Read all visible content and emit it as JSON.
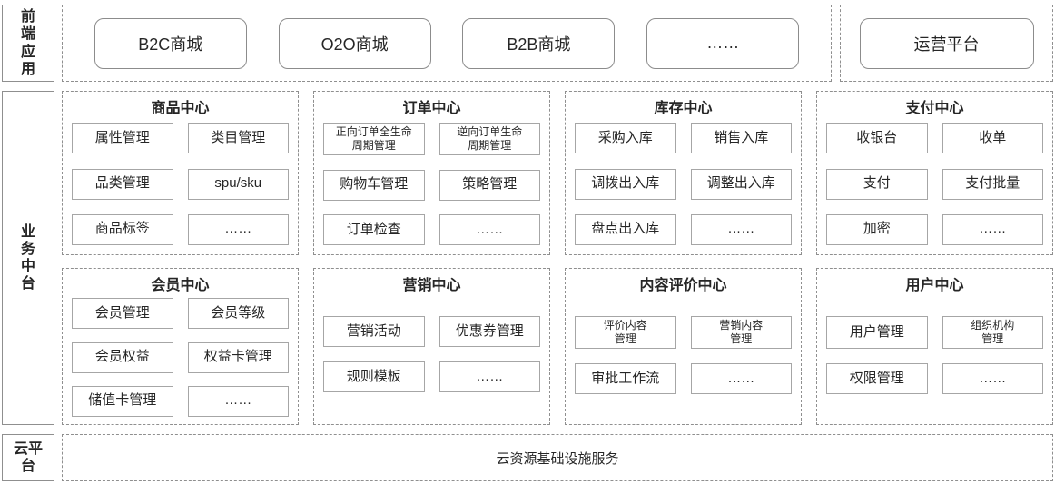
{
  "colors": {
    "background": "#ffffff",
    "border_solid": "#8f8f8f",
    "border_button": "#a6a6a6",
    "text": "#262626"
  },
  "layers": {
    "frontend": {
      "label": "前\n端\n应\n用",
      "apps": [
        "B2C商城",
        "O2O商城",
        "B2B商城",
        "……"
      ],
      "side_app": "运营平台"
    },
    "business": {
      "label": "业\n务\n中\n台",
      "centers": [
        {
          "title": "商品中心",
          "items": [
            "属性管理",
            "类目管理",
            "品类管理",
            "spu/sku",
            "商品标签",
            "……"
          ]
        },
        {
          "title": "订单中心",
          "items": [
            "正向订单全生命\n周期管理",
            "逆向订单生命\n周期管理",
            "购物车管理",
            "策略管理",
            "订单检查",
            "……"
          ]
        },
        {
          "title": "库存中心",
          "items": [
            "采购入库",
            "销售入库",
            "调拨出入库",
            "调整出入库",
            "盘点出入库",
            "……"
          ]
        },
        {
          "title": "支付中心",
          "items": [
            "收银台",
            "收单",
            "支付",
            "支付批量",
            "加密",
            "……"
          ]
        },
        {
          "title": "会员中心",
          "items": [
            "会员管理",
            "会员等级",
            "会员权益",
            "权益卡管理",
            "储值卡管理",
            "……"
          ]
        },
        {
          "title": "营销中心",
          "items": [
            "营销活动",
            "优惠券管理",
            "规则模板",
            "……"
          ]
        },
        {
          "title": "内容评价中心",
          "items": [
            "评价内容\n管理",
            "营销内容\n管理",
            "审批工作流",
            "……"
          ]
        },
        {
          "title": "用户中心",
          "items": [
            "用户管理",
            "组织机构\n管理",
            "权限管理",
            "……"
          ]
        }
      ]
    },
    "cloud": {
      "label": "云平\n台",
      "service": "云资源基础设施服务"
    }
  }
}
